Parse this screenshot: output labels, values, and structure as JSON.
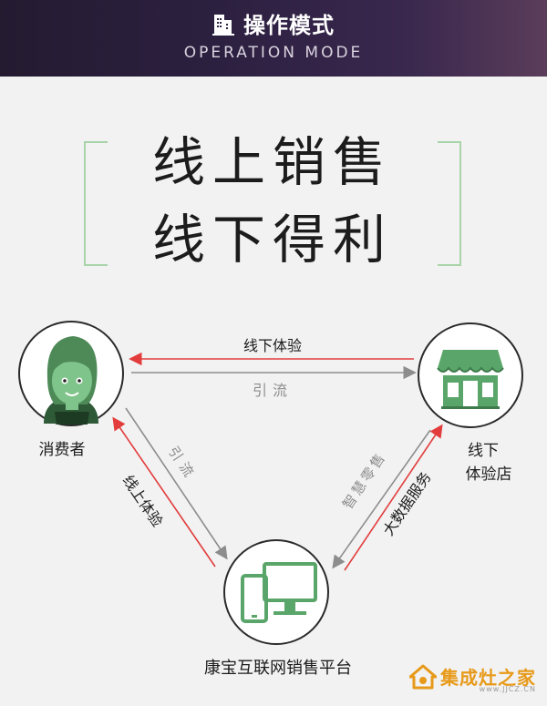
{
  "header": {
    "title": "操作模式",
    "subtitle": "OPERATION MODE",
    "icon": "building-icon"
  },
  "slogan": {
    "line1": "线上销售",
    "line2": "线下得利"
  },
  "nodes": {
    "consumer": {
      "label": "消费者",
      "icon": "woman-avatar-icon"
    },
    "store": {
      "label_line1": "线下",
      "label_line2": "体验店",
      "icon": "storefront-icon"
    },
    "platform": {
      "label": "康宝互联网销售平台",
      "icon": "devices-icon"
    }
  },
  "flows": {
    "store_to_consumer": "线下体验",
    "consumer_to_store": "引流",
    "consumer_to_platform": "引流",
    "platform_to_consumer": "线上体验",
    "store_to_platform": "智慧零售",
    "platform_to_store": "大数据服务"
  },
  "colors": {
    "accent_green": "#5aa66a",
    "arrow_red": "#e23c3c",
    "arrow_gray": "#8d8d8d",
    "watermark": "#e79a1a"
  },
  "watermark": {
    "name": "集成灶之家",
    "url": "www.JJCZ.CN"
  }
}
